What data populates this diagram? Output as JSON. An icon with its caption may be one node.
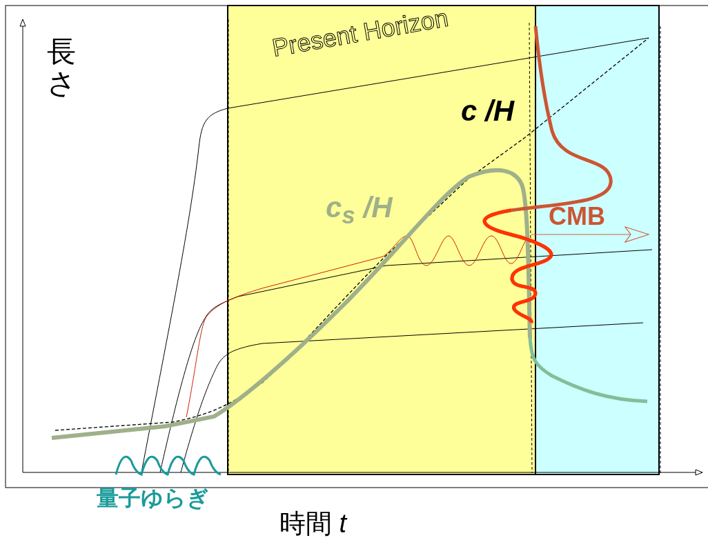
{
  "diagram": {
    "labels": [
      "長さ",
      "Present Horizon",
      "c /H",
      "c$_{s}$ /H",
      "CMB",
      "量子ゆらぎ",
      "時間 *t*"
    ]
  }
}
